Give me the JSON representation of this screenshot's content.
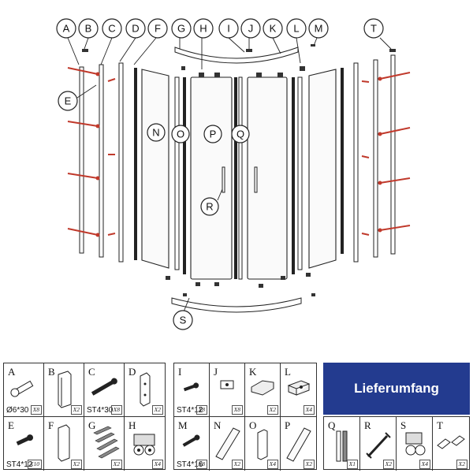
{
  "diagram": {
    "callouts": [
      "A",
      "B",
      "C",
      "D",
      "F",
      "G",
      "H",
      "I",
      "J",
      "K",
      "L",
      "M",
      "T",
      "E",
      "N",
      "O",
      "P",
      "Q",
      "R",
      "S"
    ]
  },
  "parts_table_1": [
    {
      "letter": "A",
      "size": "Ø6*30",
      "qty": "X8",
      "icon": "wall-plug-icon"
    },
    {
      "letter": "B",
      "size": "",
      "qty": "X2",
      "icon": "wall-profile-icon"
    },
    {
      "letter": "C",
      "size": "ST4*30",
      "qty": "X8",
      "icon": "long-screw-icon"
    },
    {
      "letter": "D",
      "size": "",
      "qty": "X2",
      "icon": "bracket-profile-icon"
    },
    {
      "letter": "E",
      "size": "ST4*12",
      "qty": "X10",
      "icon": "short-screw-icon"
    },
    {
      "letter": "F",
      "size": "",
      "qty": "X2",
      "icon": "side-profile-icon"
    },
    {
      "letter": "G",
      "size": "",
      "qty": "X2",
      "icon": "magnetic-strip-icon"
    },
    {
      "letter": "H",
      "size": "",
      "qty": "X4",
      "icon": "roller-icon"
    }
  ],
  "parts_table_2": [
    {
      "letter": "I",
      "size": "ST4*12",
      "qty": "X8",
      "icon": "screw-icon"
    },
    {
      "letter": "J",
      "size": "",
      "qty": "X8",
      "icon": "clip-icon"
    },
    {
      "letter": "K",
      "size": "",
      "qty": "X2",
      "icon": "connector-icon"
    },
    {
      "letter": "L",
      "size": "",
      "qty": "X4",
      "icon": "block-icon"
    },
    {
      "letter": "M",
      "size": "ST4*16",
      "qty": "X8",
      "icon": "screw-icon"
    },
    {
      "letter": "N",
      "size": "",
      "qty": "X2",
      "icon": "glass-panel-icon"
    },
    {
      "letter": "O",
      "size": "",
      "qty": "X4",
      "icon": "frame-bar-icon"
    },
    {
      "letter": "P",
      "size": "",
      "qty": "X2",
      "icon": "glass-door-icon"
    }
  ],
  "parts_table_3": {
    "title": "Lieferumfang",
    "title_bg": "#233b8f",
    "items": [
      {
        "letter": "Q",
        "size": "",
        "qty": "X1",
        "icon": "door-seal-icon"
      },
      {
        "letter": "R",
        "size": "",
        "qty": "X2",
        "icon": "handle-icon"
      },
      {
        "letter": "S",
        "size": "",
        "qty": "X4",
        "icon": "roller-wheel-icon"
      },
      {
        "letter": "T",
        "size": "",
        "qty": "X2",
        "icon": "cap-icon"
      }
    ]
  }
}
